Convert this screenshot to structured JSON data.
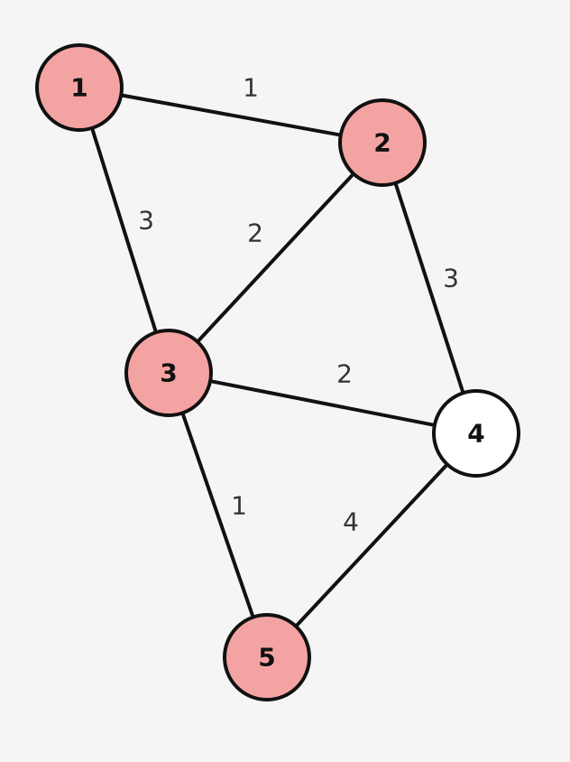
{
  "colors": {
    "background": "#f5f5f5",
    "visited_node_fill": "#f4a3a3",
    "unvisited_node_fill": "#ffffff",
    "stroke": "#111111",
    "weight_text": "#333333"
  },
  "graph": {
    "nodes": [
      {
        "id": "1",
        "label": "1",
        "visited": true
      },
      {
        "id": "2",
        "label": "2",
        "visited": true
      },
      {
        "id": "3",
        "label": "3",
        "visited": true
      },
      {
        "id": "4",
        "label": "4",
        "visited": false
      },
      {
        "id": "5",
        "label": "5",
        "visited": true
      }
    ],
    "edges": [
      {
        "from": "1",
        "to": "2",
        "weight": "1"
      },
      {
        "from": "1",
        "to": "3",
        "weight": "3"
      },
      {
        "from": "2",
        "to": "3",
        "weight": "2"
      },
      {
        "from": "2",
        "to": "4",
        "weight": "3"
      },
      {
        "from": "3",
        "to": "4",
        "weight": "2"
      },
      {
        "from": "3",
        "to": "5",
        "weight": "1"
      },
      {
        "from": "4",
        "to": "5",
        "weight": "4"
      }
    ]
  }
}
